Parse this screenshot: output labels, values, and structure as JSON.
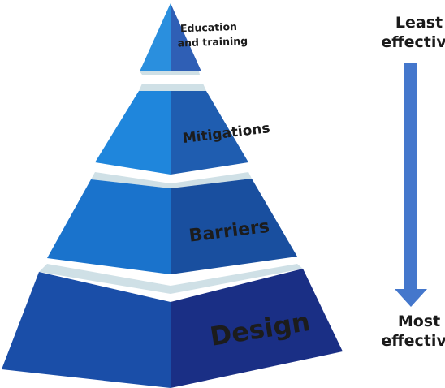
{
  "pyramid": {
    "tiers": [
      {
        "label_lines": [
          "Education",
          "and training"
        ],
        "effectiveness_rank": 4
      },
      {
        "label_lines": [
          "Mitigations"
        ],
        "effectiveness_rank": 3
      },
      {
        "label_lines": [
          "Barriers"
        ],
        "effectiveness_rank": 2
      },
      {
        "label_lines": [
          "Design"
        ],
        "effectiveness_rank": 1
      }
    ]
  },
  "legend": {
    "top": {
      "line1": "Least",
      "line2": "effective"
    },
    "bottom": {
      "line1": "Most",
      "line2": "effective"
    }
  },
  "colors": {
    "tier_1_left": "#2a8fde",
    "tier_1_right": "#2f5fb5",
    "tier_2_left": "#1f86dc",
    "tier_2_right": "#1f5db0",
    "tier_3_left": "#1a73cc",
    "tier_3_right": "#194f9f",
    "tier_4_left": "#1a4ea8",
    "tier_4_right": "#1a2f85",
    "ledge": "#cfe0e6",
    "arrow": "#4477cc"
  }
}
